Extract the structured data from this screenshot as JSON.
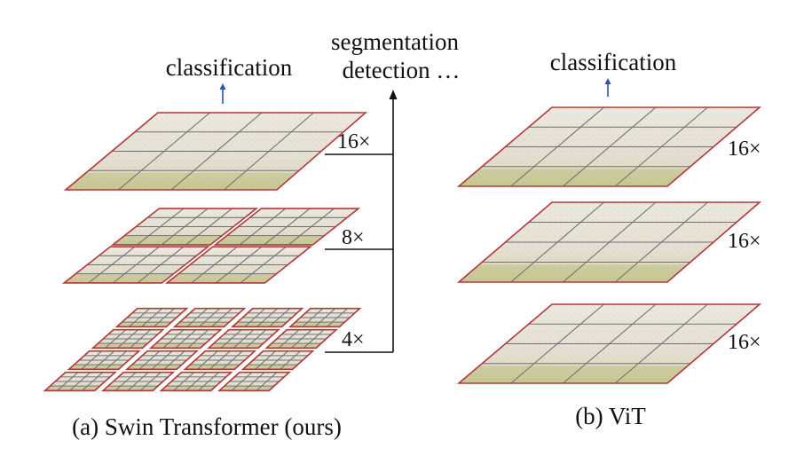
{
  "colors": {
    "panel_border": "#b03a3a",
    "grid_line": "#707070",
    "image_tone": "#e6e1d4",
    "greenery": "#aab35c",
    "blue_arrow": "#2d56a3",
    "black": "#111111"
  },
  "left": {
    "caption": "(a) Swin Transformer (ours)",
    "classification_label": "classification",
    "segmentation_label": "segmentation",
    "detection_label": "detection …",
    "scales": [
      "16×",
      "8×",
      "4×"
    ]
  },
  "right": {
    "caption": "(b) ViT",
    "classification_label": "classification",
    "scales": [
      "16×",
      "16×",
      "16×"
    ]
  }
}
